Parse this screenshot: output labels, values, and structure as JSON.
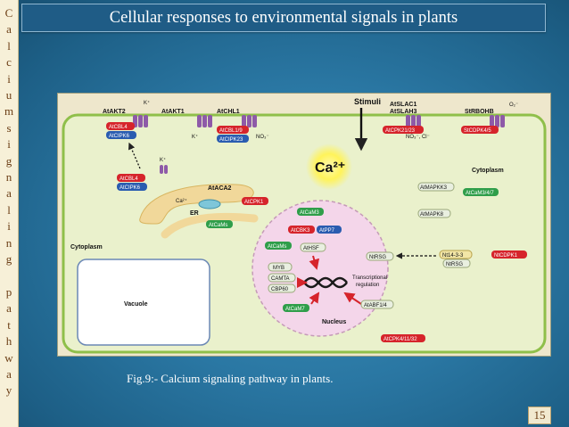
{
  "sidebar": {
    "letters": [
      "C",
      "a",
      "l",
      "c",
      "i",
      "u",
      "m",
      "s",
      "i",
      "g",
      "n",
      "a",
      "l",
      "i",
      "n",
      "g",
      "",
      "p",
      "a",
      "t",
      "h",
      "w",
      "a",
      "y"
    ]
  },
  "slide": {
    "title": "Cellular responses to environmental signals in plants",
    "caption": "Fig.9:- Calcium signaling pathway in plants.",
    "page_number": "15"
  },
  "figure": {
    "stimuli": "Stimuli",
    "ca2": "Ca²⁺",
    "k_plus": "K⁺",
    "no3": "NO₃⁻",
    "no3_cl": "NO₃⁻, Cl⁻",
    "ca2_small": "Ca²⁺",
    "o2": "O₂⁻",
    "er": "ER",
    "cytoplasm_left": "Cytoplasm",
    "cytoplasm_right": "Cytoplasm",
    "vacuole": "Vacuole",
    "nucleus": "Nucleus",
    "transcriptional": "Transcriptional",
    "regulation": "regulation",
    "channels": {
      "atakt2": "AtAKT2",
      "atakt1": "AtAKT1",
      "atchl1": "AtCHL1",
      "ataca2": "AtACA2",
      "atslac1": "AtSLAC1",
      "atslah3": "AtSLAH3",
      "strbohb": "StRBOHB"
    },
    "labels": {
      "atcbl4_top": "AtCBL4",
      "atcipk6_top": "AtCIPK6",
      "atcbl1_9": "AtCBL1/9",
      "atcipk23": "AtCIPK23",
      "atcbl4_mid": "AtCBL4",
      "atcipk6_mid": "AtCIPK6",
      "atcpk1": "AtCPK1",
      "atcams_er": "AtCaMs",
      "atcpk21_23": "AtCPK21/23",
      "stcdpk4_5": "StCDPK4/5",
      "atmapkk3": "AtMAPKK3",
      "atcam3_4_7": "AtCaM3/4/7",
      "atmapk8": "AtMAPK8",
      "atcam3": "AtCaM3",
      "atcbk3": "AtCBK3",
      "atpp7": "AtPP7",
      "athsf": "AtHSF",
      "atcams_nuc": "AtCaMs",
      "myb": "MYB",
      "camta": "CAMTA",
      "cbp60": "CBP60",
      "ntrsg": "NtRSG",
      "nt14_3_3": "Nt14-3-3",
      "ntrsg2": "NtRSG",
      "ntcdpk1": "NtCDPK1",
      "atcam7": "AtCaM7",
      "atabf1_4": "AtABF1/4",
      "atcpk4_11_32": "AtCPK4/11/32"
    }
  },
  "colors": {
    "red": "#d6242b",
    "blue": "#2a5cb0",
    "green": "#2f9e4a",
    "purple": "#8e5aa8",
    "cell_fill": "#eaf1cc",
    "cell_border": "#8fbf4a"
  }
}
